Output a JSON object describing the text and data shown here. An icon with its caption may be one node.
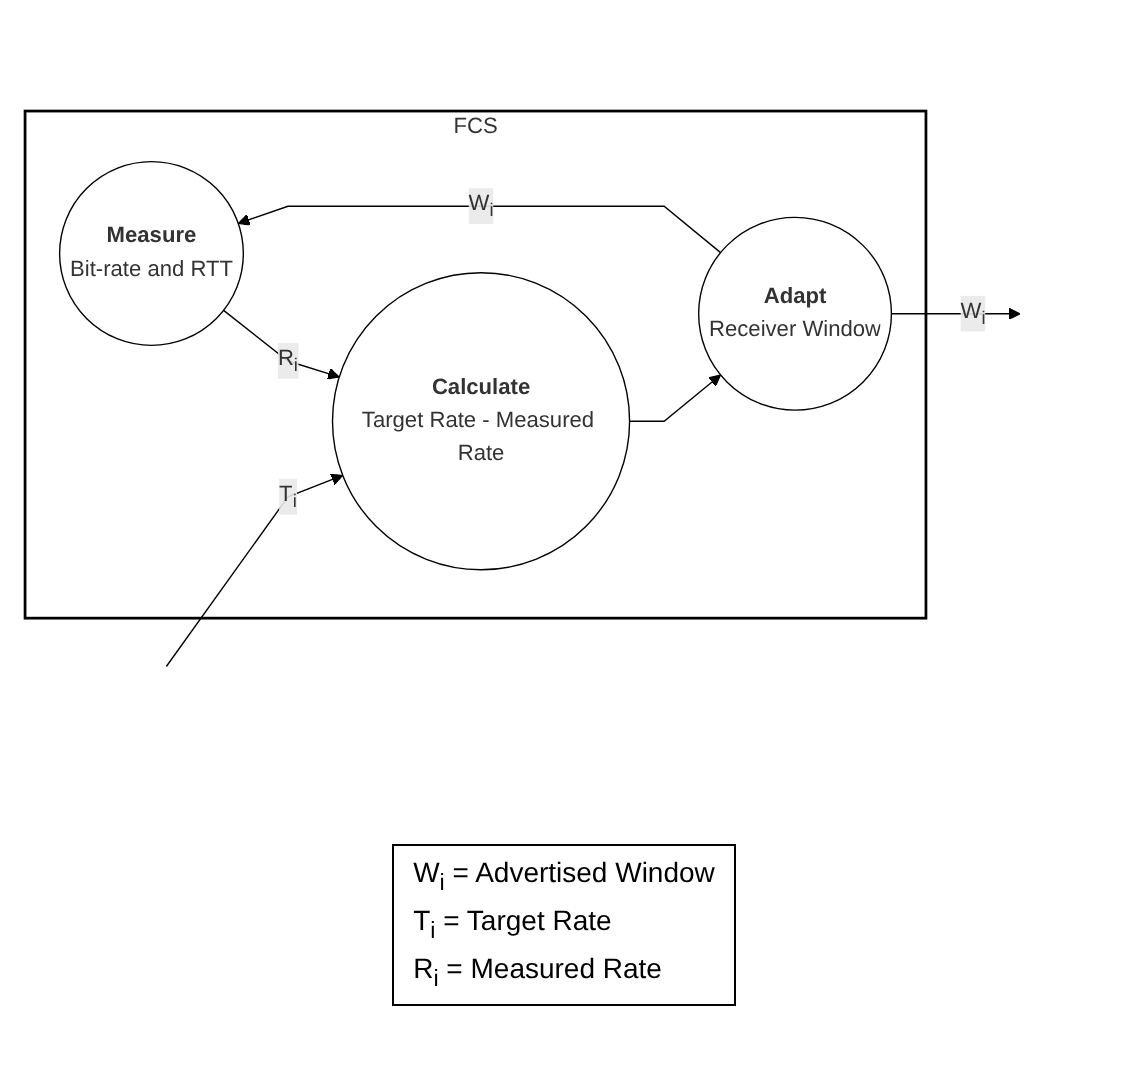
{
  "diagram": {
    "nodes": [
      {
        "text": [
          "FCS"
        ]
      },
      {
        "text": [
          "Measure",
          "Bit-rate and RTT"
        ],
        "in": 0
      },
      {
        "text": [
          "Adapt",
          "Receiver Window"
        ],
        "in": 0
      },
      {
        "text": [
          "Calculate",
          "Target Rate - Measured Rate"
        ],
        "in": 0
      }
    ],
    "edges": [
      {
        "from": 2,
        "to": 1,
        "arrow": "to",
        "label": "W$_{i}$"
      },
      {
        "from": 1,
        "to": 3,
        "arrow": "to",
        "label": "R$_{i}$"
      },
      {
        "from": 3,
        "to": 2,
        "arrow": "to"
      },
      {
        "from": null,
        "to": 3,
        "arrow": "to",
        "label": "T$_{i}$"
      },
      {
        "from": 2,
        "to": null,
        "arrow": "to",
        "label": "W$_{i}$"
      }
    ],
    "legend": [
      {
        "text": "W$_{i}$ = Advertised Window"
      },
      {
        "text": "T$_{i}$ = Target Rate"
      },
      {
        "text": "R$_{i}$ = Measured Rate"
      }
    ]
  }
}
